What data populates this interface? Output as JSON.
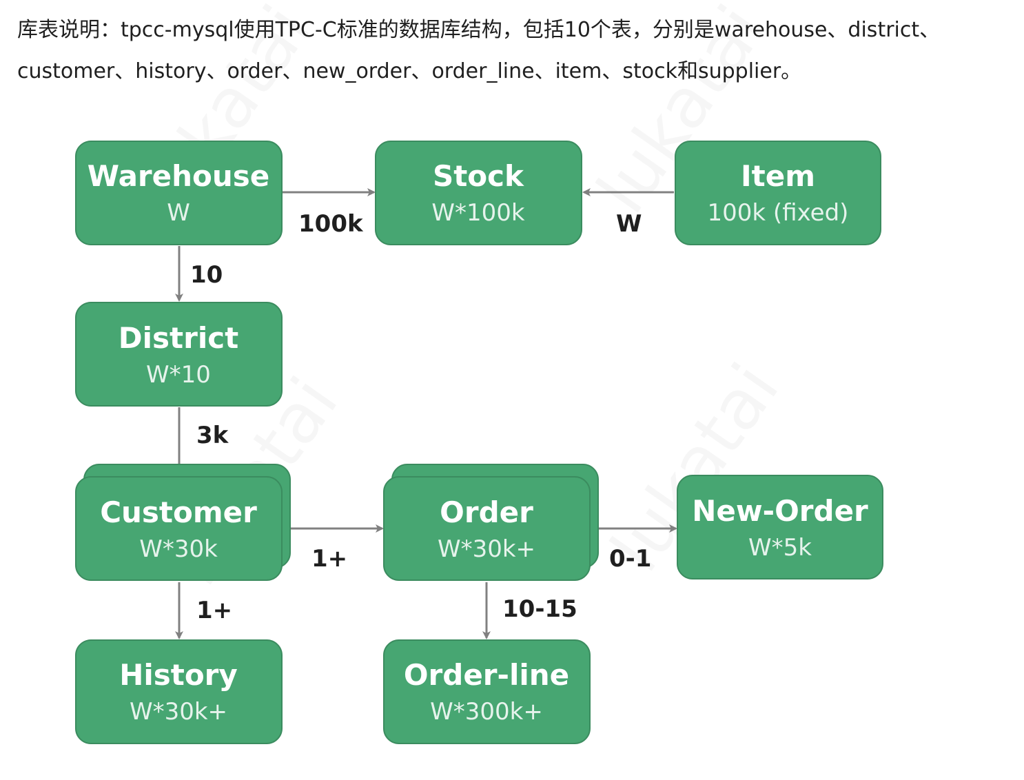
{
  "intro": {
    "line1": "库表说明：tpcc-mysql使用TPC-C标准的数据库结构，包括10个表，分别是warehouse、district、",
    "line2": "customer、history、order、new_order、order_line、item、stock和supplier。"
  },
  "watermark": "lukatai",
  "colors": {
    "box_fill": "#47a672",
    "box_stroke": "#3b8c5f",
    "box_text": "#ffffff",
    "box_subtext": "#e6f3ec",
    "arrow": "#808080",
    "label": "#1f1f1f"
  },
  "nodes": {
    "warehouse": {
      "name": "Warehouse",
      "size": "W"
    },
    "stock": {
      "name": "Stock",
      "size": "W*100k"
    },
    "item": {
      "name": "Item",
      "size": "100k (fixed)"
    },
    "district": {
      "name": "District",
      "size": "W*10"
    },
    "customer": {
      "name": "Customer",
      "size": "W*30k"
    },
    "order": {
      "name": "Order",
      "size": "W*30k+"
    },
    "new_order": {
      "name": "New-Order",
      "size": "W*5k"
    },
    "history": {
      "name": "History",
      "size": "W*30k+"
    },
    "order_line": {
      "name": "Order-line",
      "size": "W*300k+"
    }
  },
  "edges": {
    "warehouse_stock": "100k",
    "item_stock": "W",
    "warehouse_district": "10",
    "district_customer": "3k",
    "customer_order": "1+",
    "order_new_order": "0-1",
    "customer_history": "1+",
    "order_order_line": "10-15"
  }
}
